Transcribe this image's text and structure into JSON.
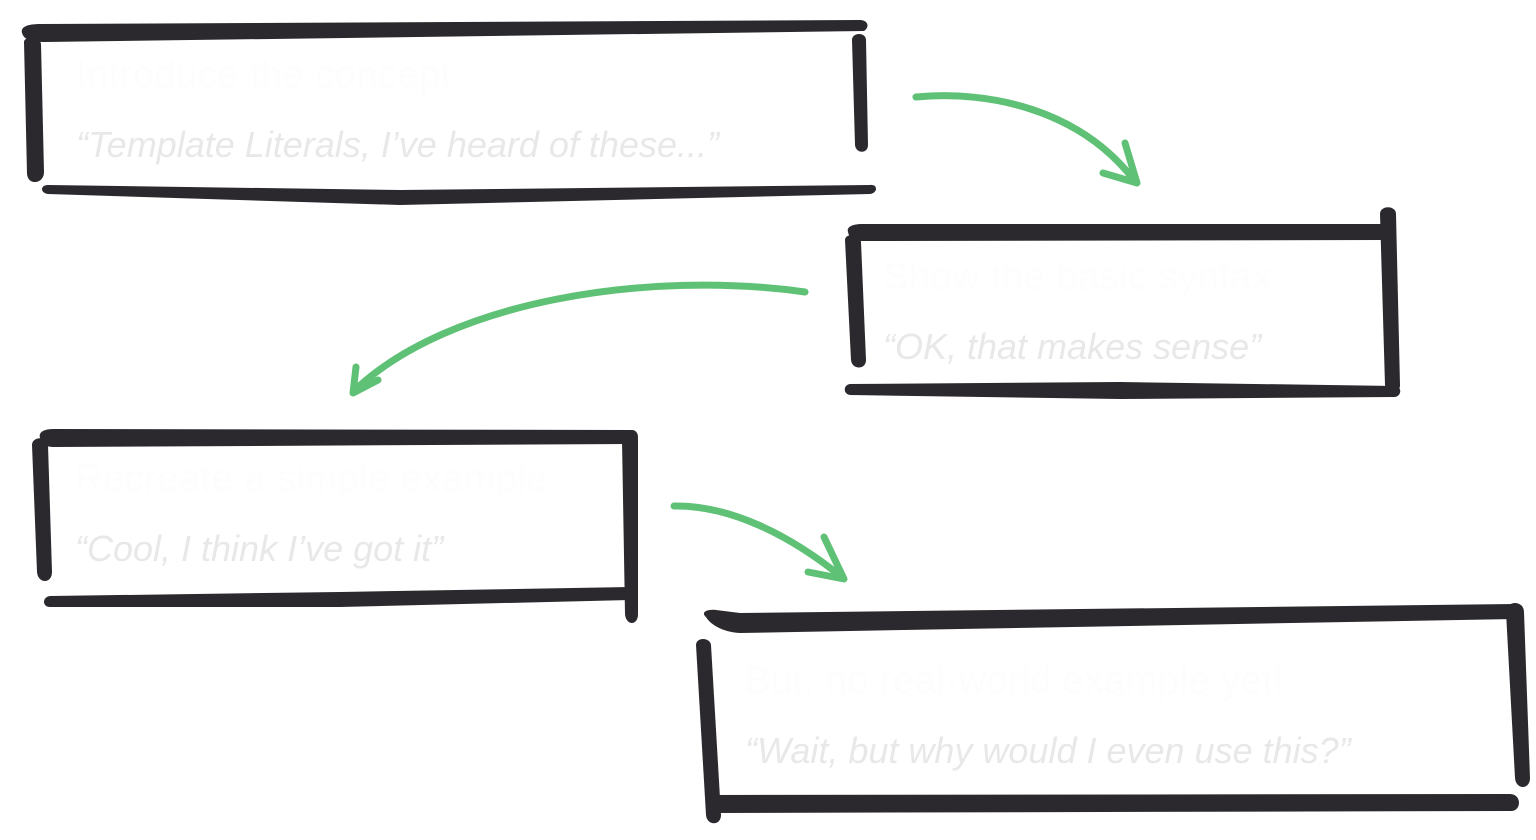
{
  "diagram": {
    "type": "flow",
    "colors": {
      "box_stroke": "#2b292d",
      "arrow": "#5fc175",
      "title_text": "#fdfdfd",
      "quote_text": "#e8e8e8",
      "background": "#ffffff"
    },
    "steps": [
      {
        "title": "Introduce the concept",
        "quote": "“Template Literals, I’ve heard of these...”"
      },
      {
        "title": "Show the basic syntax",
        "quote": "“OK, that makes sense”"
      },
      {
        "title": "Recreate a simple example",
        "quote": "“Cool, I think I’ve got it”"
      },
      {
        "title": "But, no real-world example yet!",
        "quote": "“Wait, but why would I even use this?”"
      }
    ],
    "arrows": [
      {
        "from": 1,
        "to": 2,
        "icon": "curved-arrow-down-right"
      },
      {
        "from": 2,
        "to": 3,
        "icon": "curved-arrow-down-left"
      },
      {
        "from": 3,
        "to": 4,
        "icon": "curved-arrow-down-right"
      }
    ]
  }
}
